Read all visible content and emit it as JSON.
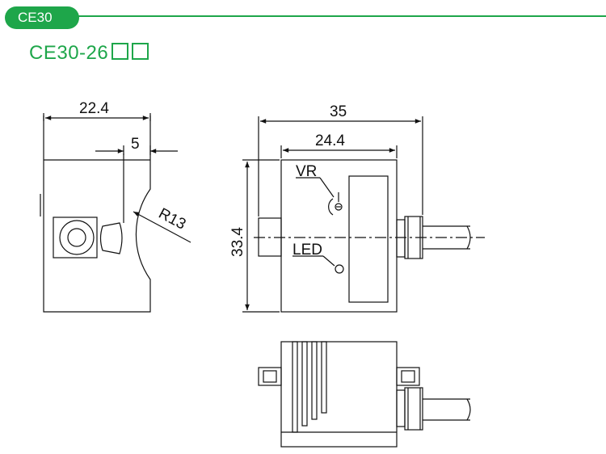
{
  "header": {
    "tab_label": "CE30",
    "accent_color": "#1ea64a"
  },
  "model": {
    "prefix": "CE30-26"
  },
  "dimensions": {
    "width_left": "22.4",
    "slot_width": "5",
    "radius": "R13",
    "total_length": "35",
    "body_length": "24.4",
    "height": "33.4"
  },
  "labels": {
    "vr": "VR",
    "led": "LED"
  }
}
